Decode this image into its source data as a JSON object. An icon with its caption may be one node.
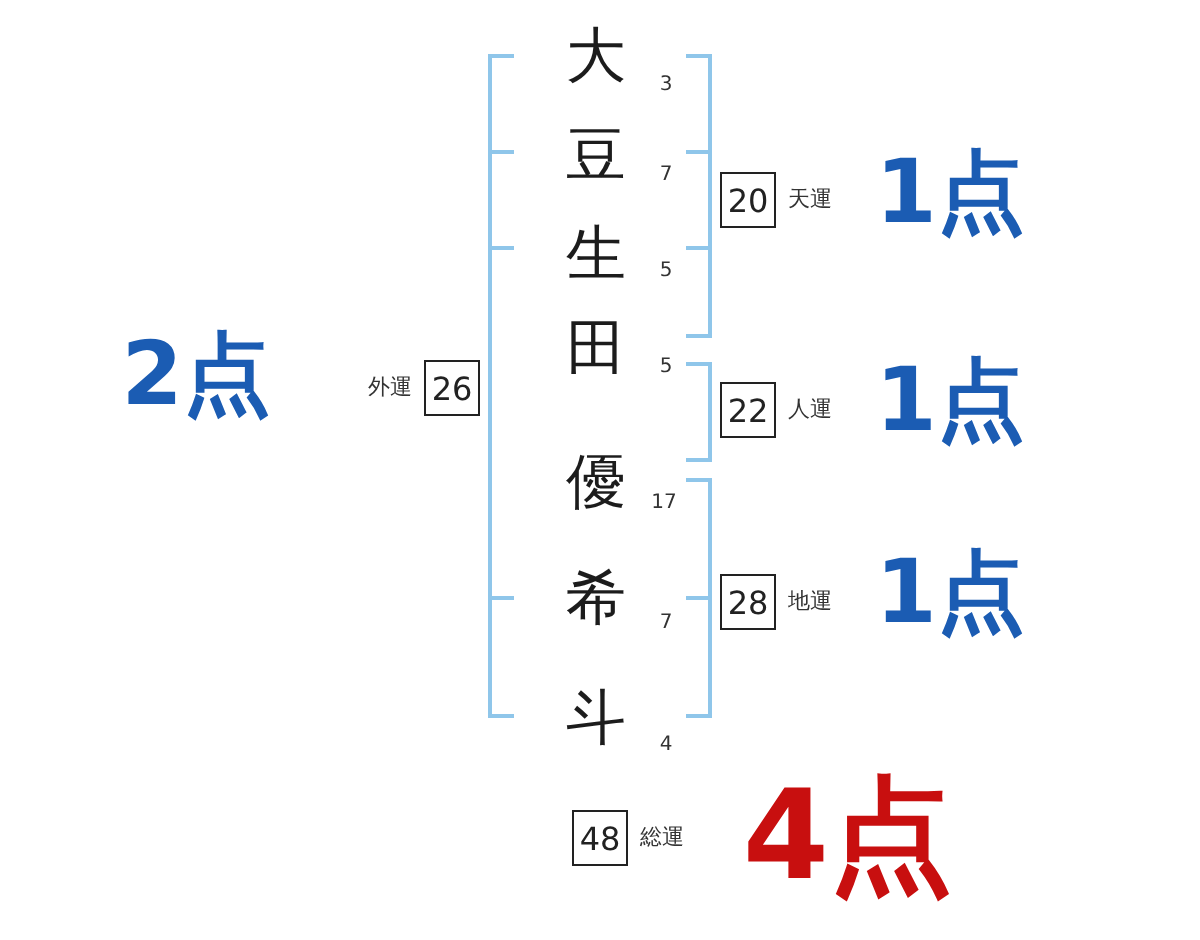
{
  "diagram": {
    "nodes": [
      {
        "text": [
          "20"
        ],
        "beside": [
          "天運"
        ]
      },
      {
        "text": [
          "26"
        ],
        "beside": [
          "外運"
        ]
      },
      {
        "text": [
          "22"
        ],
        "beside": [
          "人運"
        ]
      },
      {
        "text": [
          "28"
        ],
        "beside": [
          "地運"
        ]
      },
      {
        "text": [
          "48"
        ],
        "beside": [
          "総運"
        ]
      }
    ],
    "labels": [
      "大",
      "3",
      "豆",
      "7",
      "生",
      "5",
      "田",
      "5",
      "優",
      "17",
      "希",
      "7",
      "斗",
      "4",
      "2点",
      "1点",
      "1点",
      "1点",
      "4点"
    ]
  }
}
